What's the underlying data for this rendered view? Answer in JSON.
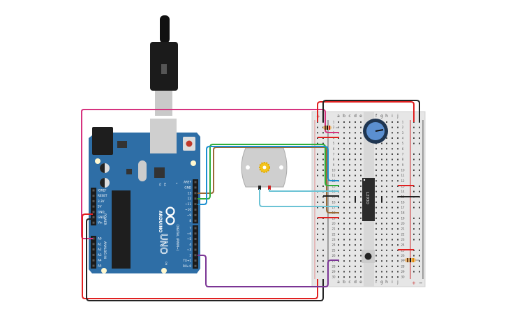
{
  "arduino": {
    "brand": "ARDUINO",
    "model": "UNO",
    "power_label": "POWER",
    "analog_label": "ANALOG IN",
    "digital_label": "DIGITAL (PWM~)",
    "led_labels": [
      "TX",
      "RX",
      "L",
      "ON"
    ],
    "power_pins": [
      "IOREF",
      "RESET",
      "3.3V",
      "5V",
      "GND",
      "GND",
      "Vin"
    ],
    "analog_pins": [
      "A0",
      "A1",
      "A2",
      "A3",
      "A4",
      "A5"
    ],
    "digital_pins_top": [
      "AREF",
      "GND",
      "13",
      "12",
      "~11",
      "~10",
      "~9",
      "8"
    ],
    "digital_pins_bottom": [
      "7",
      "~6",
      "~5",
      "4",
      "~3",
      "2",
      "TX→1",
      "RX←0"
    ],
    "board_color": "#2e6ea6"
  },
  "breadboard": {
    "columns_left": [
      "a",
      "b",
      "c",
      "d",
      "e"
    ],
    "columns_right": [
      "f",
      "g",
      "h",
      "i",
      "j"
    ],
    "rows": [
      "1",
      "2",
      "3",
      "4",
      "5",
      "6",
      "7",
      "8",
      "9",
      "10",
      "11",
      "12",
      "13",
      "14",
      "15",
      "16",
      "17",
      "18",
      "19",
      "20",
      "21",
      "22",
      "23",
      "24",
      "25",
      "26",
      "27",
      "28",
      "29",
      "30"
    ],
    "rail_plus": "+",
    "rail_minus": "−"
  },
  "ic": {
    "label": "L293D"
  },
  "colors": {
    "red": "#e02020",
    "black": "#222222",
    "pink": "#d6337f",
    "blue": "#1a8fd0",
    "green": "#2fae3a",
    "brown": "#9b6a36",
    "cyan": "#6cc3d5",
    "purple": "#7b3595"
  }
}
